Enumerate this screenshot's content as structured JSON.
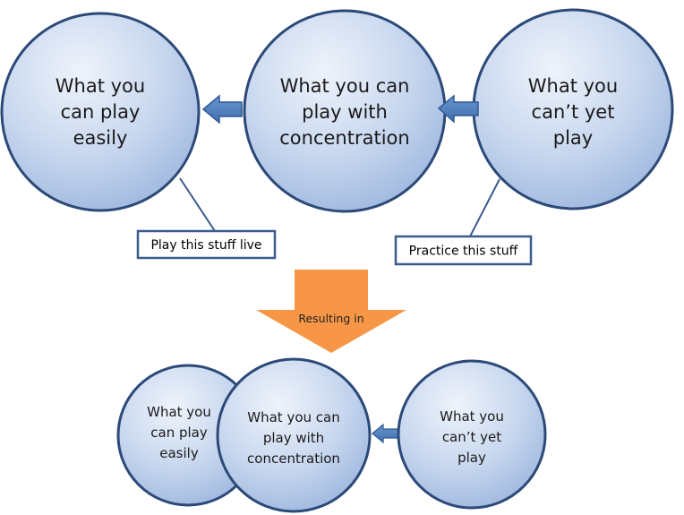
{
  "top_row": {
    "circle_easy": {
      "line1": "What you",
      "line2": "can play",
      "line3": "easily"
    },
    "circle_concentration": {
      "line1": "What you can",
      "line2": "play with",
      "line3": "concentration"
    },
    "circle_cant": {
      "line1": "What you",
      "line2": "can’t yet",
      "line3": "play"
    }
  },
  "callouts": {
    "play_live": "Play this stuff live",
    "practice": "Practice this stuff"
  },
  "transition": {
    "label": "Resulting in"
  },
  "bottom_row": {
    "circle_easy": {
      "line1": "What you",
      "line2": "can play",
      "line3": "easily"
    },
    "circle_concentration": {
      "line1": "What you can",
      "line2": "play with",
      "line3": "concentration"
    },
    "circle_cant": {
      "line1": "What you",
      "line2": "can’t yet",
      "line3": "play"
    }
  },
  "colors": {
    "circle_fill_light": "#e6edf8",
    "circle_fill_dark": "#9fb8df",
    "circle_stroke": "#2c4a78",
    "arrow_blue": "#4f81bd",
    "arrow_orange": "#f79646",
    "callout_border": "#3b5b8c"
  }
}
